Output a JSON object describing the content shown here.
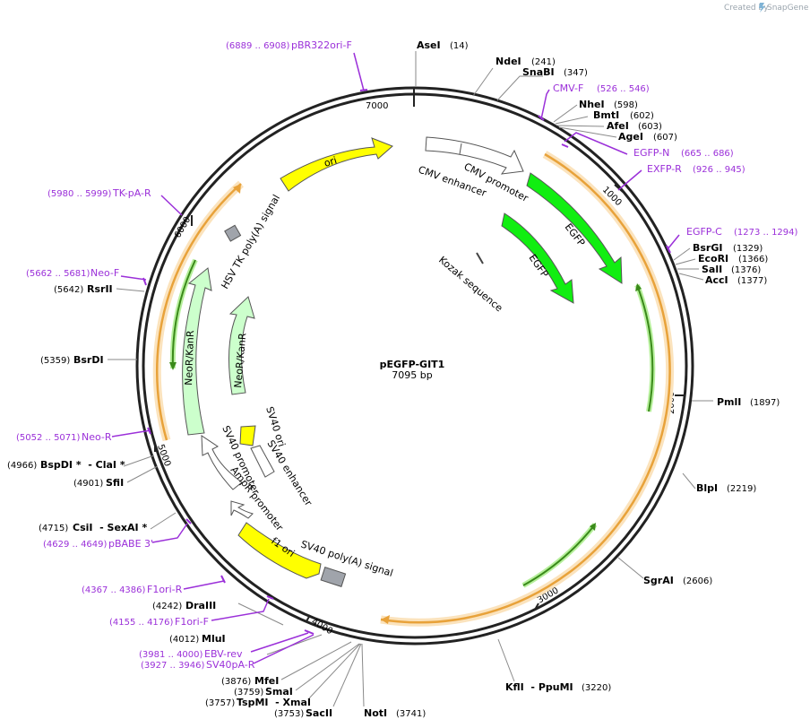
{
  "header": {
    "credit_text": "Created by",
    "credit_brand": "SnapGene"
  },
  "plasmid": {
    "name": "pEGFP-GIT1",
    "size_label": "7095 bp"
  },
  "ticks": [
    "1000",
    "2000",
    "3000",
    "4000",
    "5000",
    "6000",
    "7000"
  ],
  "features": {
    "ori": "ori",
    "cmv_enhancer": "CMV enhancer",
    "cmv_promoter": "CMV promoter",
    "egfp_1": "EGFP",
    "egfp_2": "EGFP",
    "kozak": "Kozak sequence",
    "hsv_tk": "HSV TK poly(A) signal",
    "neo_1": "NeoR/KanR",
    "neo_2": "NeoR/KanR",
    "sv40_ori": "SV40 ori",
    "sv40_enh": "SV40 enhancer",
    "sv40_prom": "SV40 promoter",
    "ampr_prom": "AmpR promoter",
    "f1_ori": "f1 ori",
    "sv40_polya": "SV40 poly(A) signal"
  },
  "sites_right": [
    {
      "name": "AseI",
      "pos": "(14)"
    },
    {
      "name": "NdeI",
      "pos": "(241)"
    },
    {
      "name": "SnaBI",
      "pos": "(347)"
    },
    {
      "name": "NheI",
      "pos": "(598)"
    },
    {
      "name": "BmtI",
      "pos": "(602)"
    },
    {
      "name": "AfeI",
      "pos": "(603)"
    },
    {
      "name": "AgeI",
      "pos": "(607)"
    },
    {
      "name": "BsrGI",
      "pos": "(1329)"
    },
    {
      "name": "EcoRI",
      "pos": "(1366)"
    },
    {
      "name": "SalI",
      "pos": "(1376)"
    },
    {
      "name": "AccI",
      "pos": "(1377)"
    },
    {
      "name": "PmlI",
      "pos": "(1897)"
    },
    {
      "name": "BlpI",
      "pos": "(2219)"
    },
    {
      "name": "SgrAI",
      "pos": "(2606)"
    },
    {
      "name": "KflI  - PpuMI",
      "pos": "(3220)"
    }
  ],
  "sites_bottom": [
    {
      "name": "NotI",
      "pos": "(3741)"
    },
    {
      "name": "SacII",
      "pos": "(3753)"
    },
    {
      "name": "TspMI  - XmaI",
      "pos": "(3757)"
    },
    {
      "name": "SmaI",
      "pos": "(3759)"
    },
    {
      "name": "MfeI",
      "pos": "(3876)"
    },
    {
      "name": "MluI",
      "pos": "(4012)"
    },
    {
      "name": "DraIII",
      "pos": "(4242)"
    }
  ],
  "sites_left": [
    {
      "name": "CsiI  - SexAI *",
      "pos": "(4715)"
    },
    {
      "name": "SfiI",
      "pos": "(4901)"
    },
    {
      "name": "BspDI *  - ClaI *",
      "pos": "(4966)"
    },
    {
      "name": "BsrDI",
      "pos": "(5359)"
    },
    {
      "name": "RsrII",
      "pos": "(5642)"
    }
  ],
  "primers": [
    {
      "name": "pBR322ori-F",
      "range": "(6889 .. 6908)"
    },
    {
      "name": "CMV-F",
      "range": "(526 .. 546)"
    },
    {
      "name": "EGFP-N",
      "range": "(665 .. 686)"
    },
    {
      "name": "EXFP-R",
      "range": "(926 .. 945)"
    },
    {
      "name": "EGFP-C",
      "range": "(1273 .. 1294)"
    },
    {
      "name": "TK-pA-R",
      "range": "(5980 .. 5999)"
    },
    {
      "name": "Neo-F",
      "range": "(5662 .. 5681)"
    },
    {
      "name": "Neo-R",
      "range": "(5052 .. 5071)"
    },
    {
      "name": "pBABE 3'",
      "range": "(4629 .. 4649)"
    },
    {
      "name": "F1ori-R",
      "range": "(4367 .. 4386)"
    },
    {
      "name": "F1ori-F",
      "range": "(4155 .. 4176)"
    },
    {
      "name": "EBV-rev",
      "range": "(3981 .. 4000)"
    },
    {
      "name": "SV40pA-R",
      "range": "(3927 .. 3946)"
    }
  ],
  "colors": {
    "backbone": "#222222",
    "ori": "#ffff00",
    "egfp": "#11ee11",
    "neo": "#ccffcc",
    "orange": "#e8a23a",
    "orange_glow": "#fbe3bd",
    "green_line": "#3a8a1a",
    "primer": "#9b30d9",
    "polya": "#a0a4ab",
    "site_line": "#8a8a8a"
  }
}
